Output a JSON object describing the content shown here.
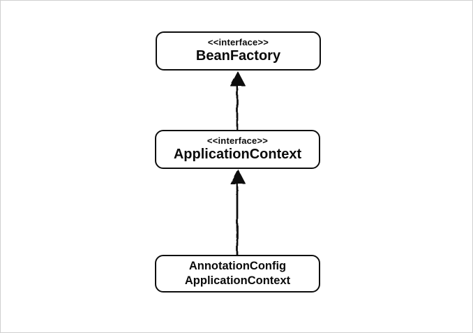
{
  "page": {
    "background_color": "#ffffff",
    "frame_border_color": "#cfcfcf"
  },
  "diagram": {
    "type": "uml-class-diagram",
    "stroke_color": "#0d0d0d",
    "text_color": "#0a0a0a",
    "node_fill_color": "#ffffff",
    "nodes": {
      "bean_factory": {
        "stereotype": "<<interface>>",
        "name": "BeanFactory"
      },
      "application_context": {
        "stereotype": "<<interface>>",
        "name": "ApplicationContext"
      },
      "annotation_config_application_context": {
        "name_line1": "AnnotationConfig",
        "name_line2": "ApplicationContext"
      }
    },
    "relations": [
      {
        "from": "ApplicationContext",
        "to": "BeanFactory",
        "type": "inheritance"
      },
      {
        "from": "AnnotationConfigApplicationContext",
        "to": "ApplicationContext",
        "type": "inheritance"
      }
    ]
  }
}
